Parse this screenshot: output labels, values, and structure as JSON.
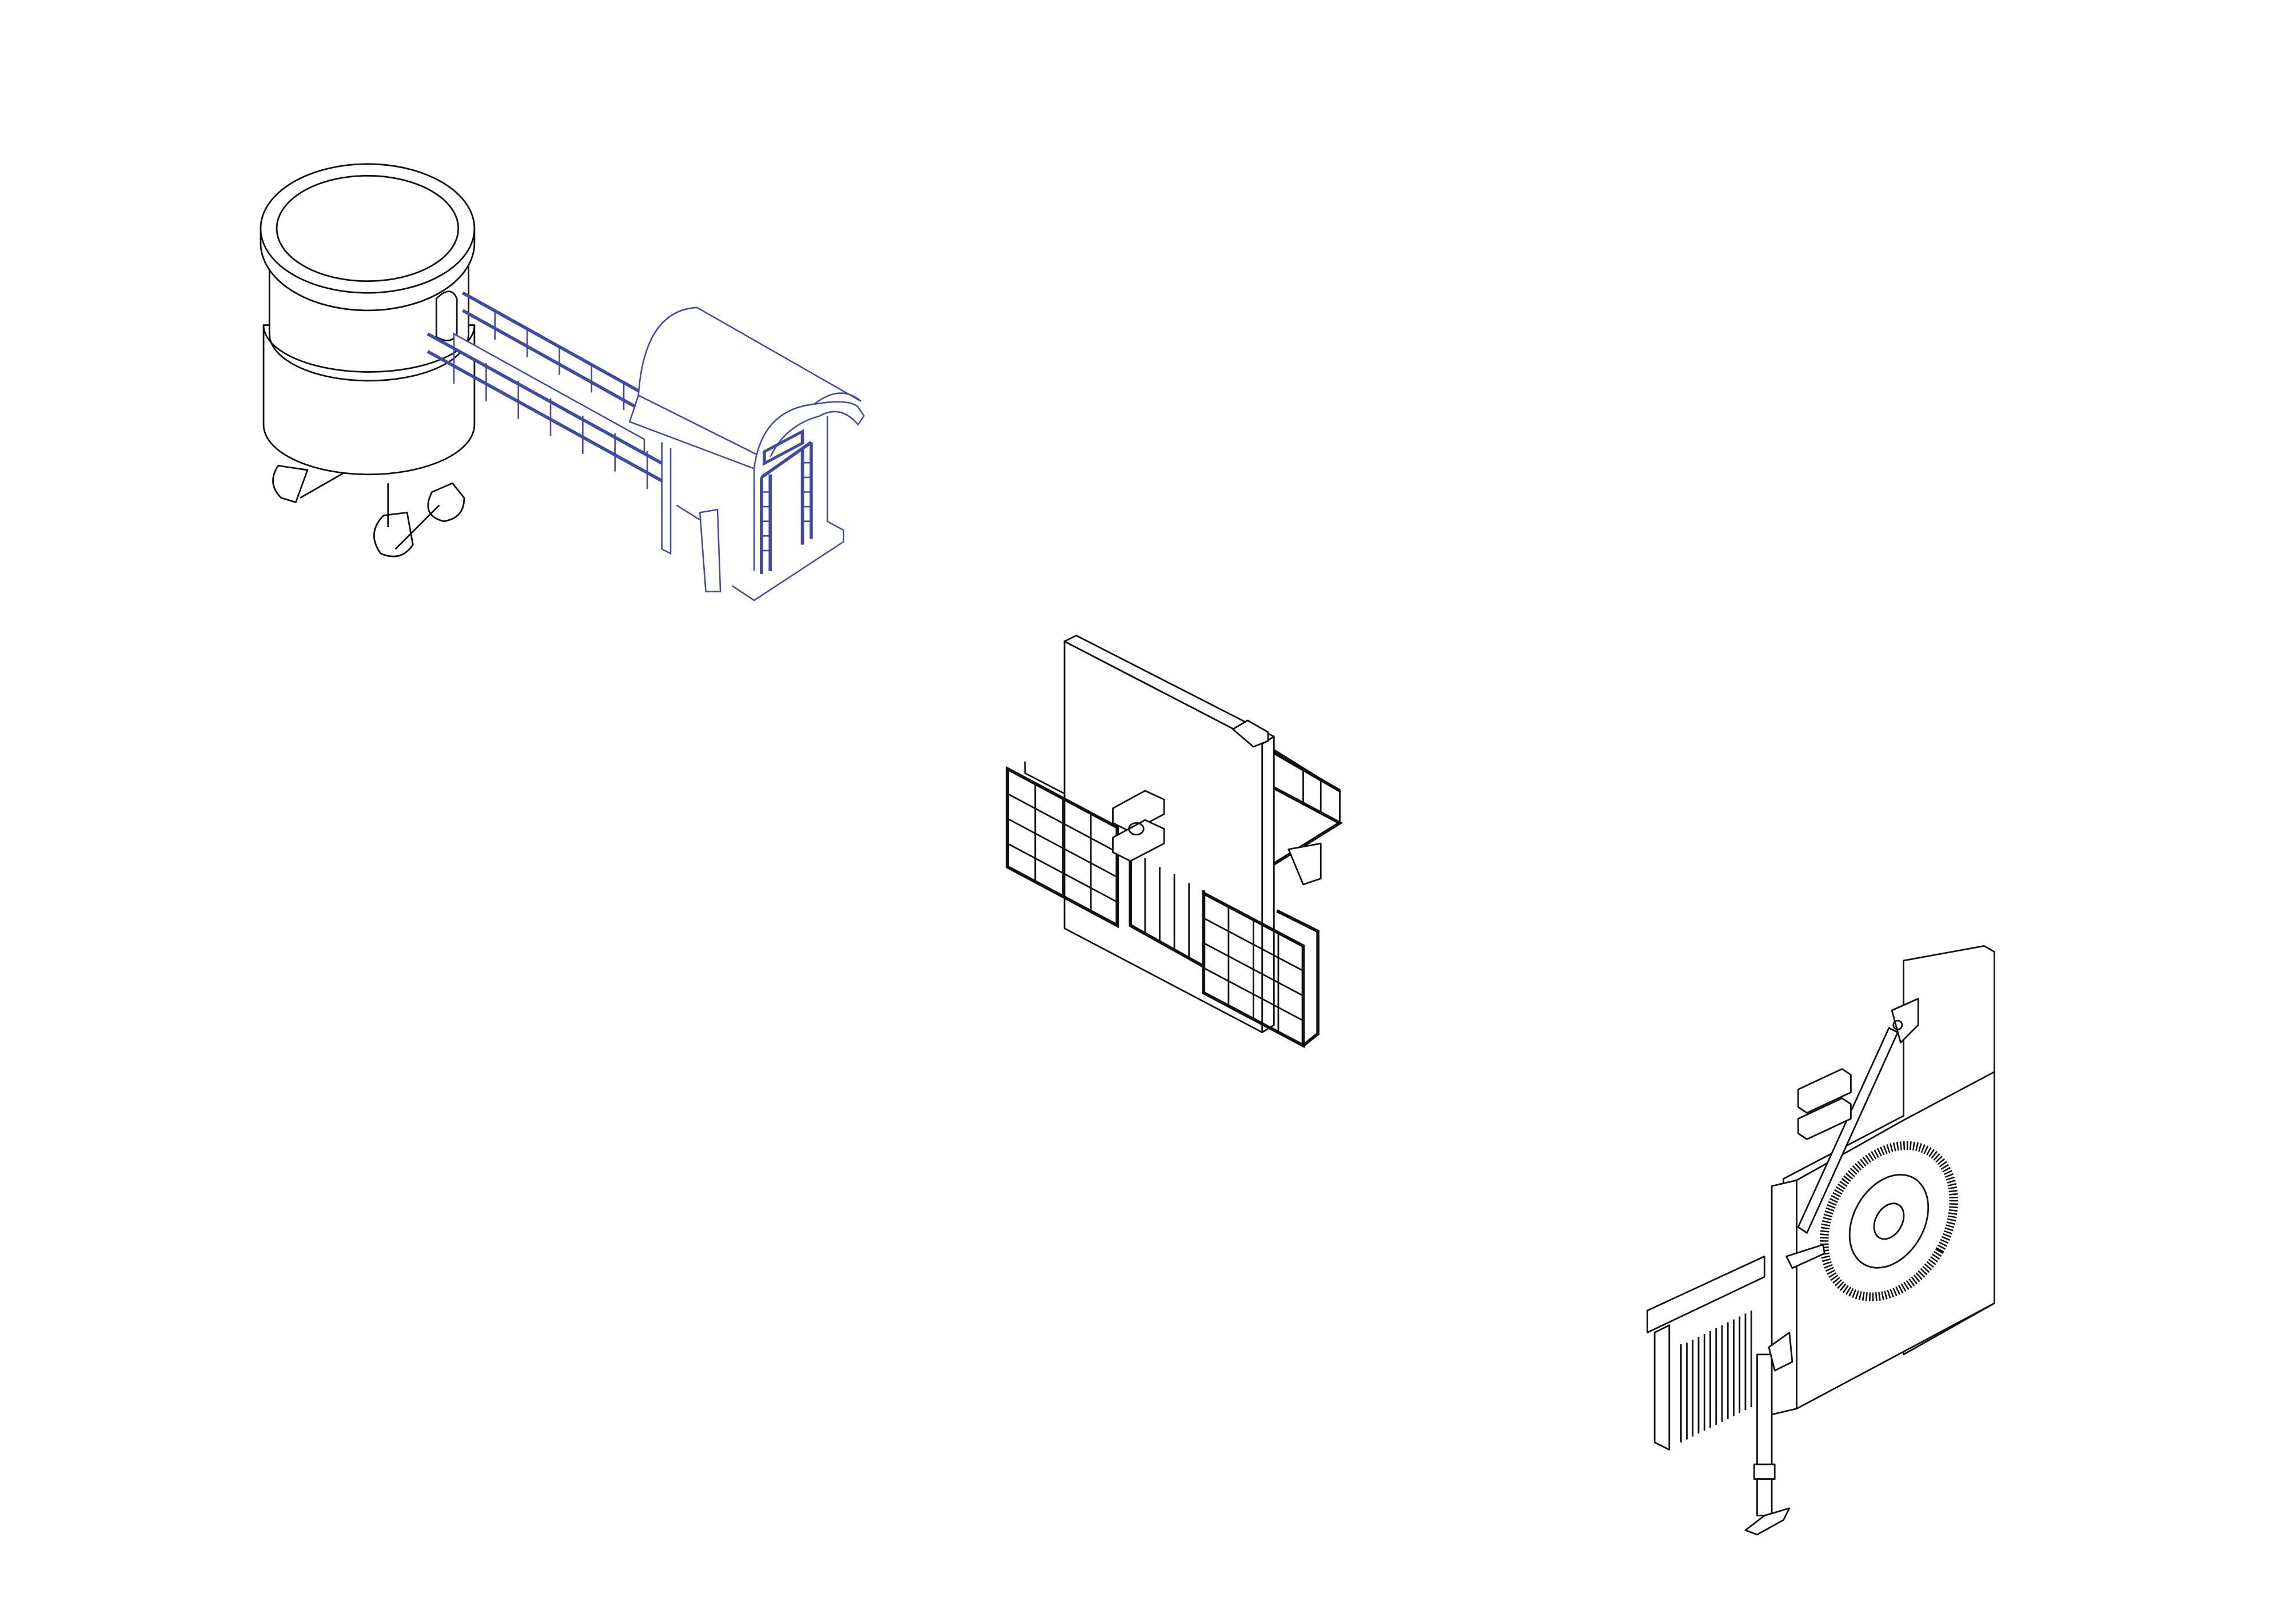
{
  "drawing": {
    "type": "isometric line drawings",
    "objects": [
      {
        "name": "tank-with-walkway-and-shelter"
      },
      {
        "name": "wall-with-grid-panels"
      },
      {
        "name": "wall-with-disc-and-arm"
      }
    ]
  },
  "colors": {
    "background": "#ffffff",
    "line": "#111111",
    "accent_line": "#3f4aa8"
  }
}
